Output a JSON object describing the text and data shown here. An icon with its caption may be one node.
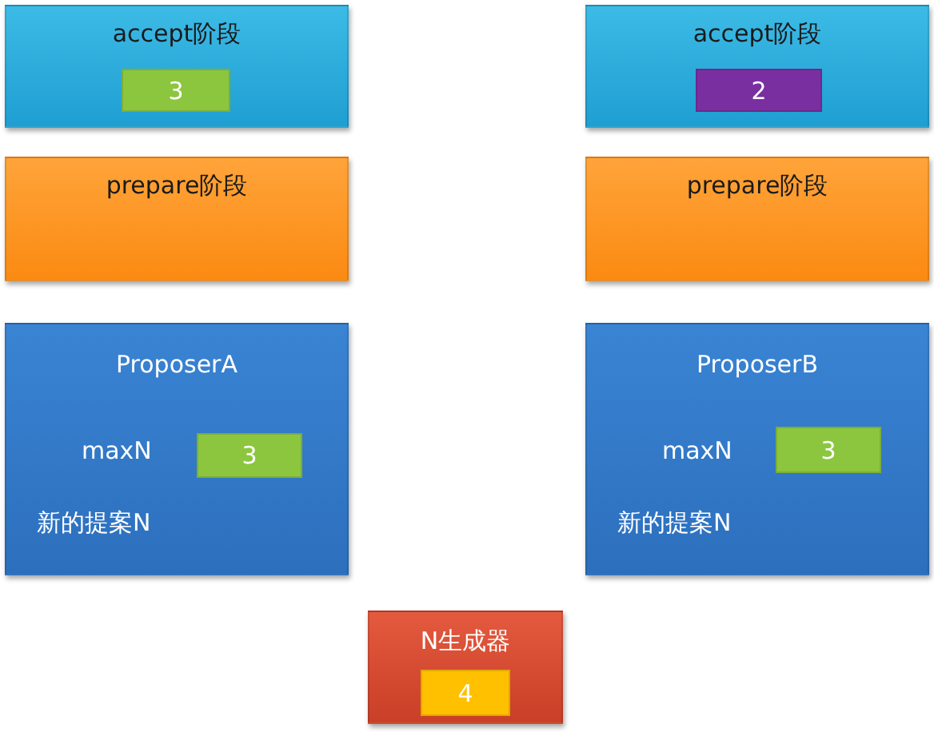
{
  "diagram": {
    "nodes": [
      {
        "text": [
          "accept阶段"
        ]
      },
      {
        "text": [
          "3"
        ],
        "in": 0
      },
      {
        "text": [
          "accept阶段"
        ]
      },
      {
        "text": [
          "2"
        ],
        "in": 2
      },
      {
        "text": [
          "prepare阶段"
        ]
      },
      {
        "text": [
          "prepare阶段"
        ]
      },
      {
        "text": [
          "ProposerA",
          "maxN",
          "新的提案N"
        ]
      },
      {
        "text": [
          "3"
        ],
        "in": 6
      },
      {
        "text": [
          "ProposerB",
          "maxN",
          "新的提案N"
        ]
      },
      {
        "text": [
          "3"
        ],
        "in": 8
      },
      {
        "text": [
          "N生成器"
        ]
      },
      {
        "text": [
          "4"
        ],
        "in": 10
      }
    ]
  }
}
